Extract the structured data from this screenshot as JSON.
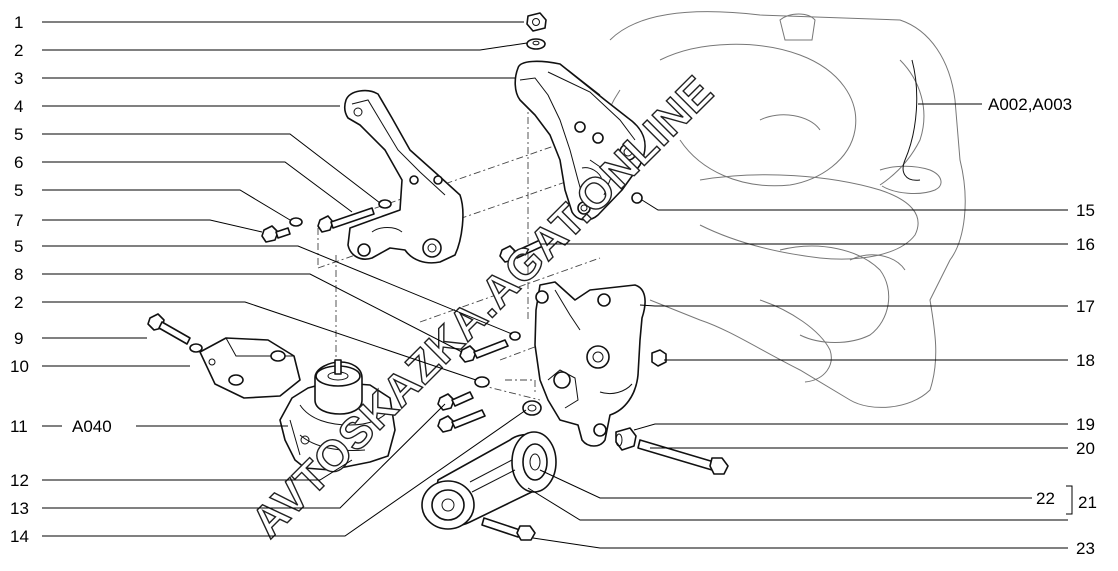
{
  "labels": {
    "l1": "1",
    "l2a": "2",
    "l3": "3",
    "l4": "4",
    "l5a": "5",
    "l6": "6",
    "l5b": "5",
    "l7": "7",
    "l5c": "5",
    "l8": "8",
    "l2b": "2",
    "l9": "9",
    "l10": "10",
    "l11": "11",
    "l11ref": "A040",
    "l12": "12",
    "l13": "13",
    "l14": "14",
    "r_ref": "A002,A003",
    "r15": "15",
    "r16": "16",
    "r17": "17",
    "r18": "18",
    "r19": "19",
    "r20": "20",
    "r22": "22",
    "r21": "21",
    "r23": "23"
  },
  "watermark": "AVTOSKAZKA.AGAT.ONLINE"
}
